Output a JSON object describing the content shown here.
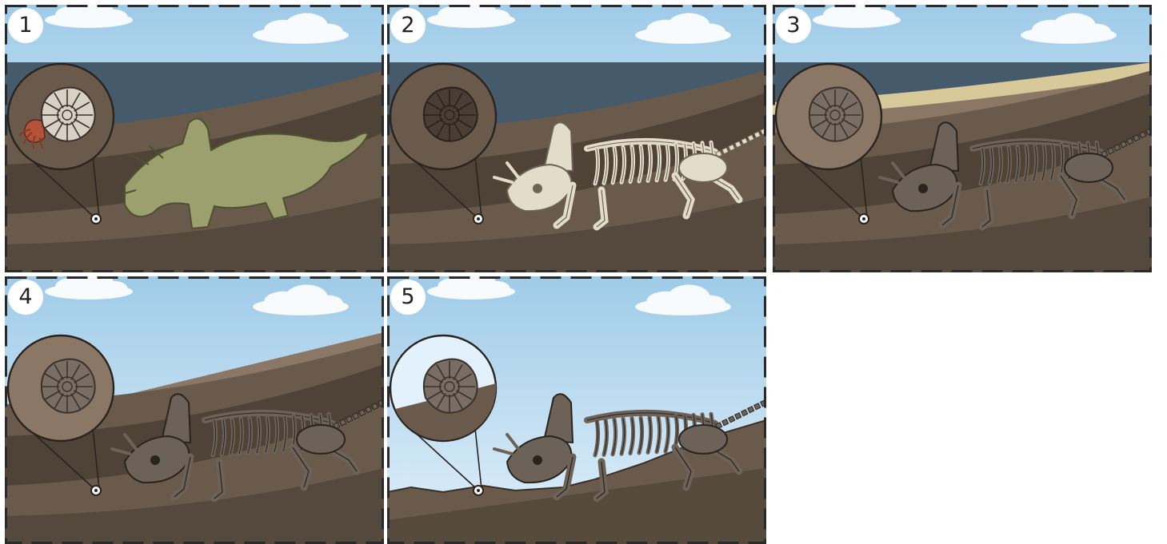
{
  "panels": [
    {
      "number": "1",
      "stage": "living",
      "water": true,
      "top_layer": "none",
      "ammonite": "shell-with-tentacles",
      "dino": "flesh"
    },
    {
      "number": "2",
      "stage": "bones",
      "water": true,
      "top_layer": "none",
      "ammonite": "dark-shell",
      "dino": "bones"
    },
    {
      "number": "3",
      "stage": "buried",
      "water": true,
      "top_layer": "sand",
      "ammonite": "fossil",
      "dino": "fossil"
    },
    {
      "number": "4",
      "stage": "rock",
      "water": false,
      "top_layer": "rock",
      "ammonite": "fossil",
      "dino": "fossil"
    },
    {
      "number": "5",
      "stage": "exposed",
      "water": false,
      "top_layer": "eroded",
      "ammonite": "fossil",
      "dino": "fossil"
    }
  ],
  "colors": {
    "sky_top": "#9fcbe8",
    "sky_bottom": "#e2f1fb",
    "sea": "#455a6b",
    "sediment_dark": "#4f4338",
    "sediment_mid": "#6a5a4c",
    "sediment_light": "#8b7766",
    "sand": "#d8c99a",
    "dino_flesh": "#9c9f6e",
    "bone_light": "#e4dccb",
    "bone_dark": "#4c443c",
    "dash": "#2a2a2a"
  }
}
